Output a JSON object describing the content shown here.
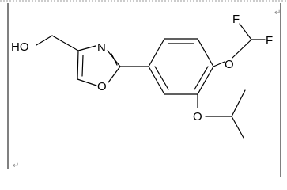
{
  "molecule": {
    "atoms": {
      "hydroxyl": "HO",
      "oxazole_nitrogen": "N",
      "oxazole_oxygen": "O",
      "ether_oxygen_upper": "O",
      "fluorine_top": "F",
      "fluorine_right": "F",
      "ether_oxygen_lower": "O"
    }
  },
  "marks": {
    "paragraph_mark": "↵"
  },
  "colors": {
    "ink": "#000000",
    "frame_dash": "#9a9a9a",
    "background": "#ffffff"
  }
}
